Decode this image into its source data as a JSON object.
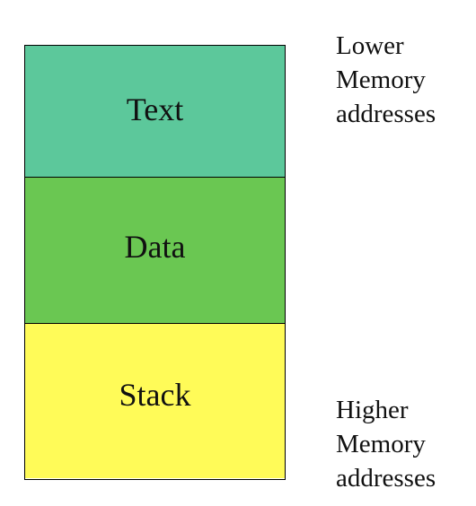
{
  "segments": [
    {
      "label": "Text",
      "color": "#5cc89b"
    },
    {
      "label": "Data",
      "color": "#6ac752"
    },
    {
      "label": "Stack",
      "color": "#fffb58"
    }
  ],
  "lower_label": [
    "Lower",
    "Memory",
    "addresses"
  ],
  "higher_label": [
    "Higher",
    "Memory",
    "addresses"
  ]
}
